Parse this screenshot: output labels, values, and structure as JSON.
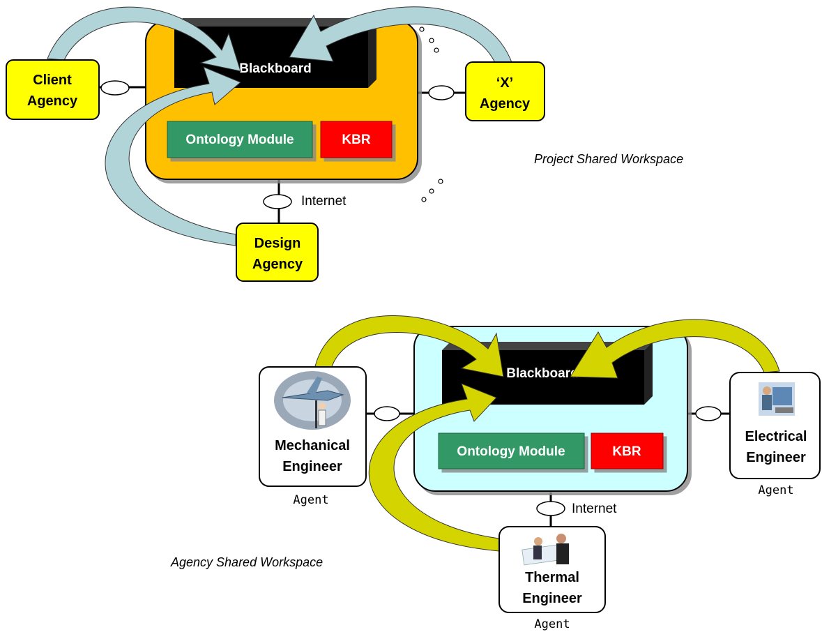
{
  "top": {
    "blackboard": "Blackboard",
    "ontology": "Ontology Module",
    "kbr": "KBR",
    "client": [
      "Client",
      "Agency"
    ],
    "x_agency": [
      "‘X’",
      "Agency"
    ],
    "design": [
      "Design",
      "Agency"
    ],
    "internet": "Internet",
    "caption": "Project Shared Workspace"
  },
  "bottom": {
    "blackboard": "Blackboard",
    "ontology": "Ontology Module",
    "kbr": "KBR",
    "mechanical": [
      "Mechanical",
      "Engineer"
    ],
    "electrical": [
      "Electrical",
      "Engineer"
    ],
    "thermal": [
      "Thermal",
      "Engineer"
    ],
    "agent_label": "Agent",
    "internet": "Internet",
    "caption": "Agency Shared Workspace"
  },
  "colors": {
    "top_workspace": "#FFC000",
    "bottom_workspace": "#CCFFFF",
    "agency_box": "#FFFF00",
    "ontology": "#339966",
    "kbr": "#FF0000",
    "top_arrow": "#B0D4D8",
    "bottom_arrow": "#D4D400",
    "blackboard": "#000000"
  }
}
